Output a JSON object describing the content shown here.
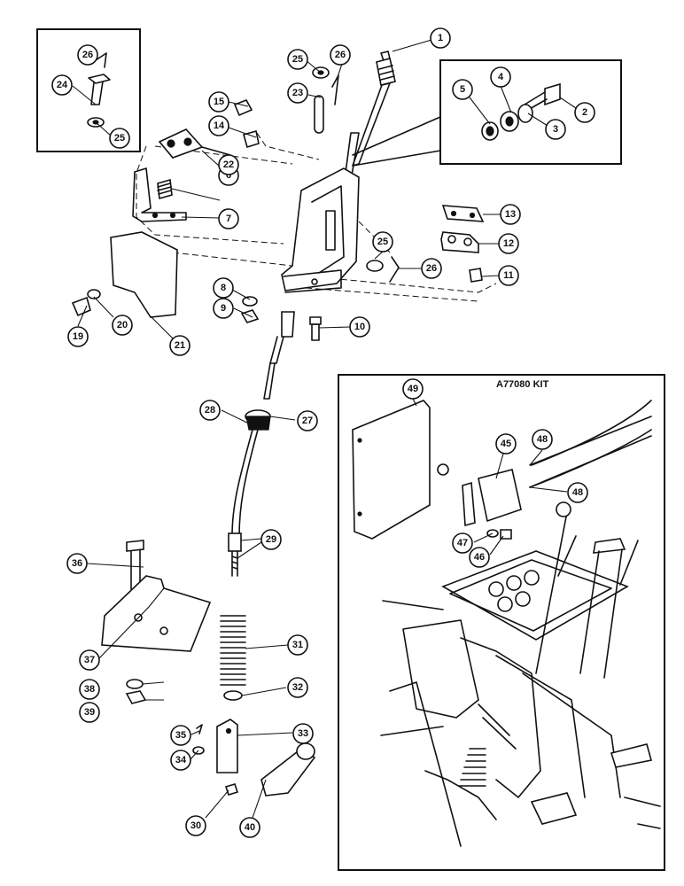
{
  "kit_label": "A77080 KIT",
  "callouts": [
    "1",
    "2",
    "3",
    "4",
    "5",
    "6",
    "7",
    "8",
    "9",
    "10",
    "11",
    "12",
    "13",
    "14",
    "15",
    "19",
    "20",
    "21",
    "22",
    "23",
    "24",
    "25",
    "25",
    "25",
    "26",
    "26",
    "26",
    "27",
    "28",
    "29",
    "30",
    "31",
    "32",
    "33",
    "34",
    "35",
    "36",
    "37",
    "38",
    "39",
    "40",
    "45",
    "46",
    "47",
    "48",
    "48",
    "49"
  ]
}
